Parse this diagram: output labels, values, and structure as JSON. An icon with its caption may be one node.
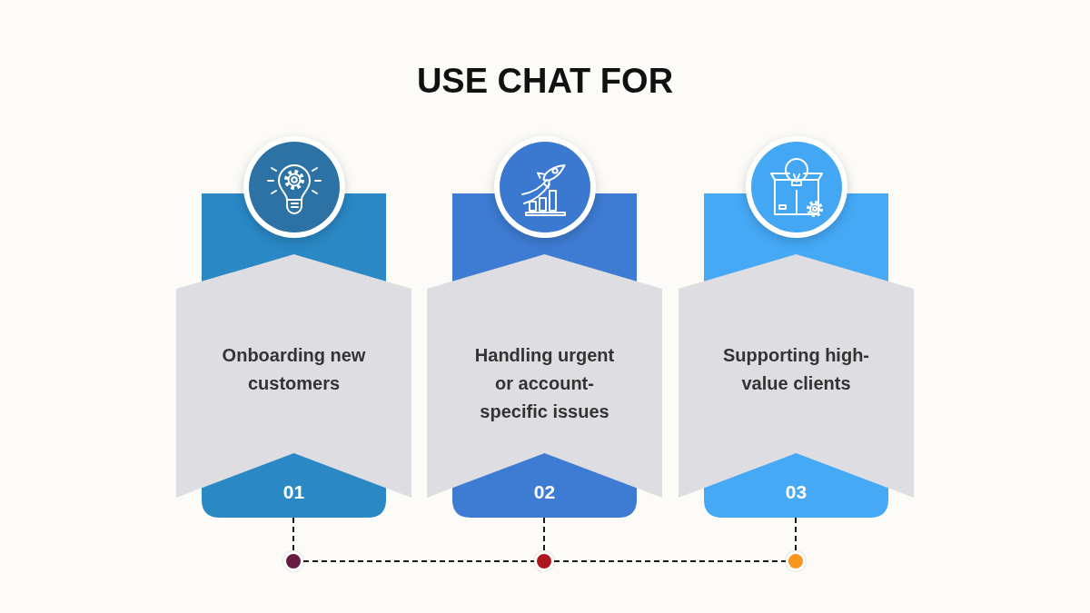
{
  "diagram": {
    "title": "USE CHAT FOR",
    "nodes": [
      {
        "text": [
          "Onboarding new customers",
          "01"
        ]
      },
      {
        "text": [
          "Handling urgent or account-specific issues",
          "02"
        ]
      },
      {
        "text": [
          "Supporting high-value clients",
          "03"
        ]
      },
      {
        "text": [],
        "shape": "circle"
      },
      {
        "text": [],
        "shape": "circle"
      },
      {
        "text": [],
        "shape": "circle"
      }
    ],
    "edges": [
      {
        "from": 0,
        "to": 3,
        "arrow": "none",
        "style": "dashed"
      },
      {
        "from": 1,
        "to": 4,
        "arrow": "none",
        "style": "dashed"
      },
      {
        "from": 2,
        "to": 5,
        "arrow": "none",
        "style": "dashed"
      },
      {
        "from": 3,
        "to": 4,
        "arrow": "none",
        "style": "dashed"
      },
      {
        "from": 4,
        "to": 5,
        "arrow": "none",
        "style": "dashed"
      }
    ]
  }
}
